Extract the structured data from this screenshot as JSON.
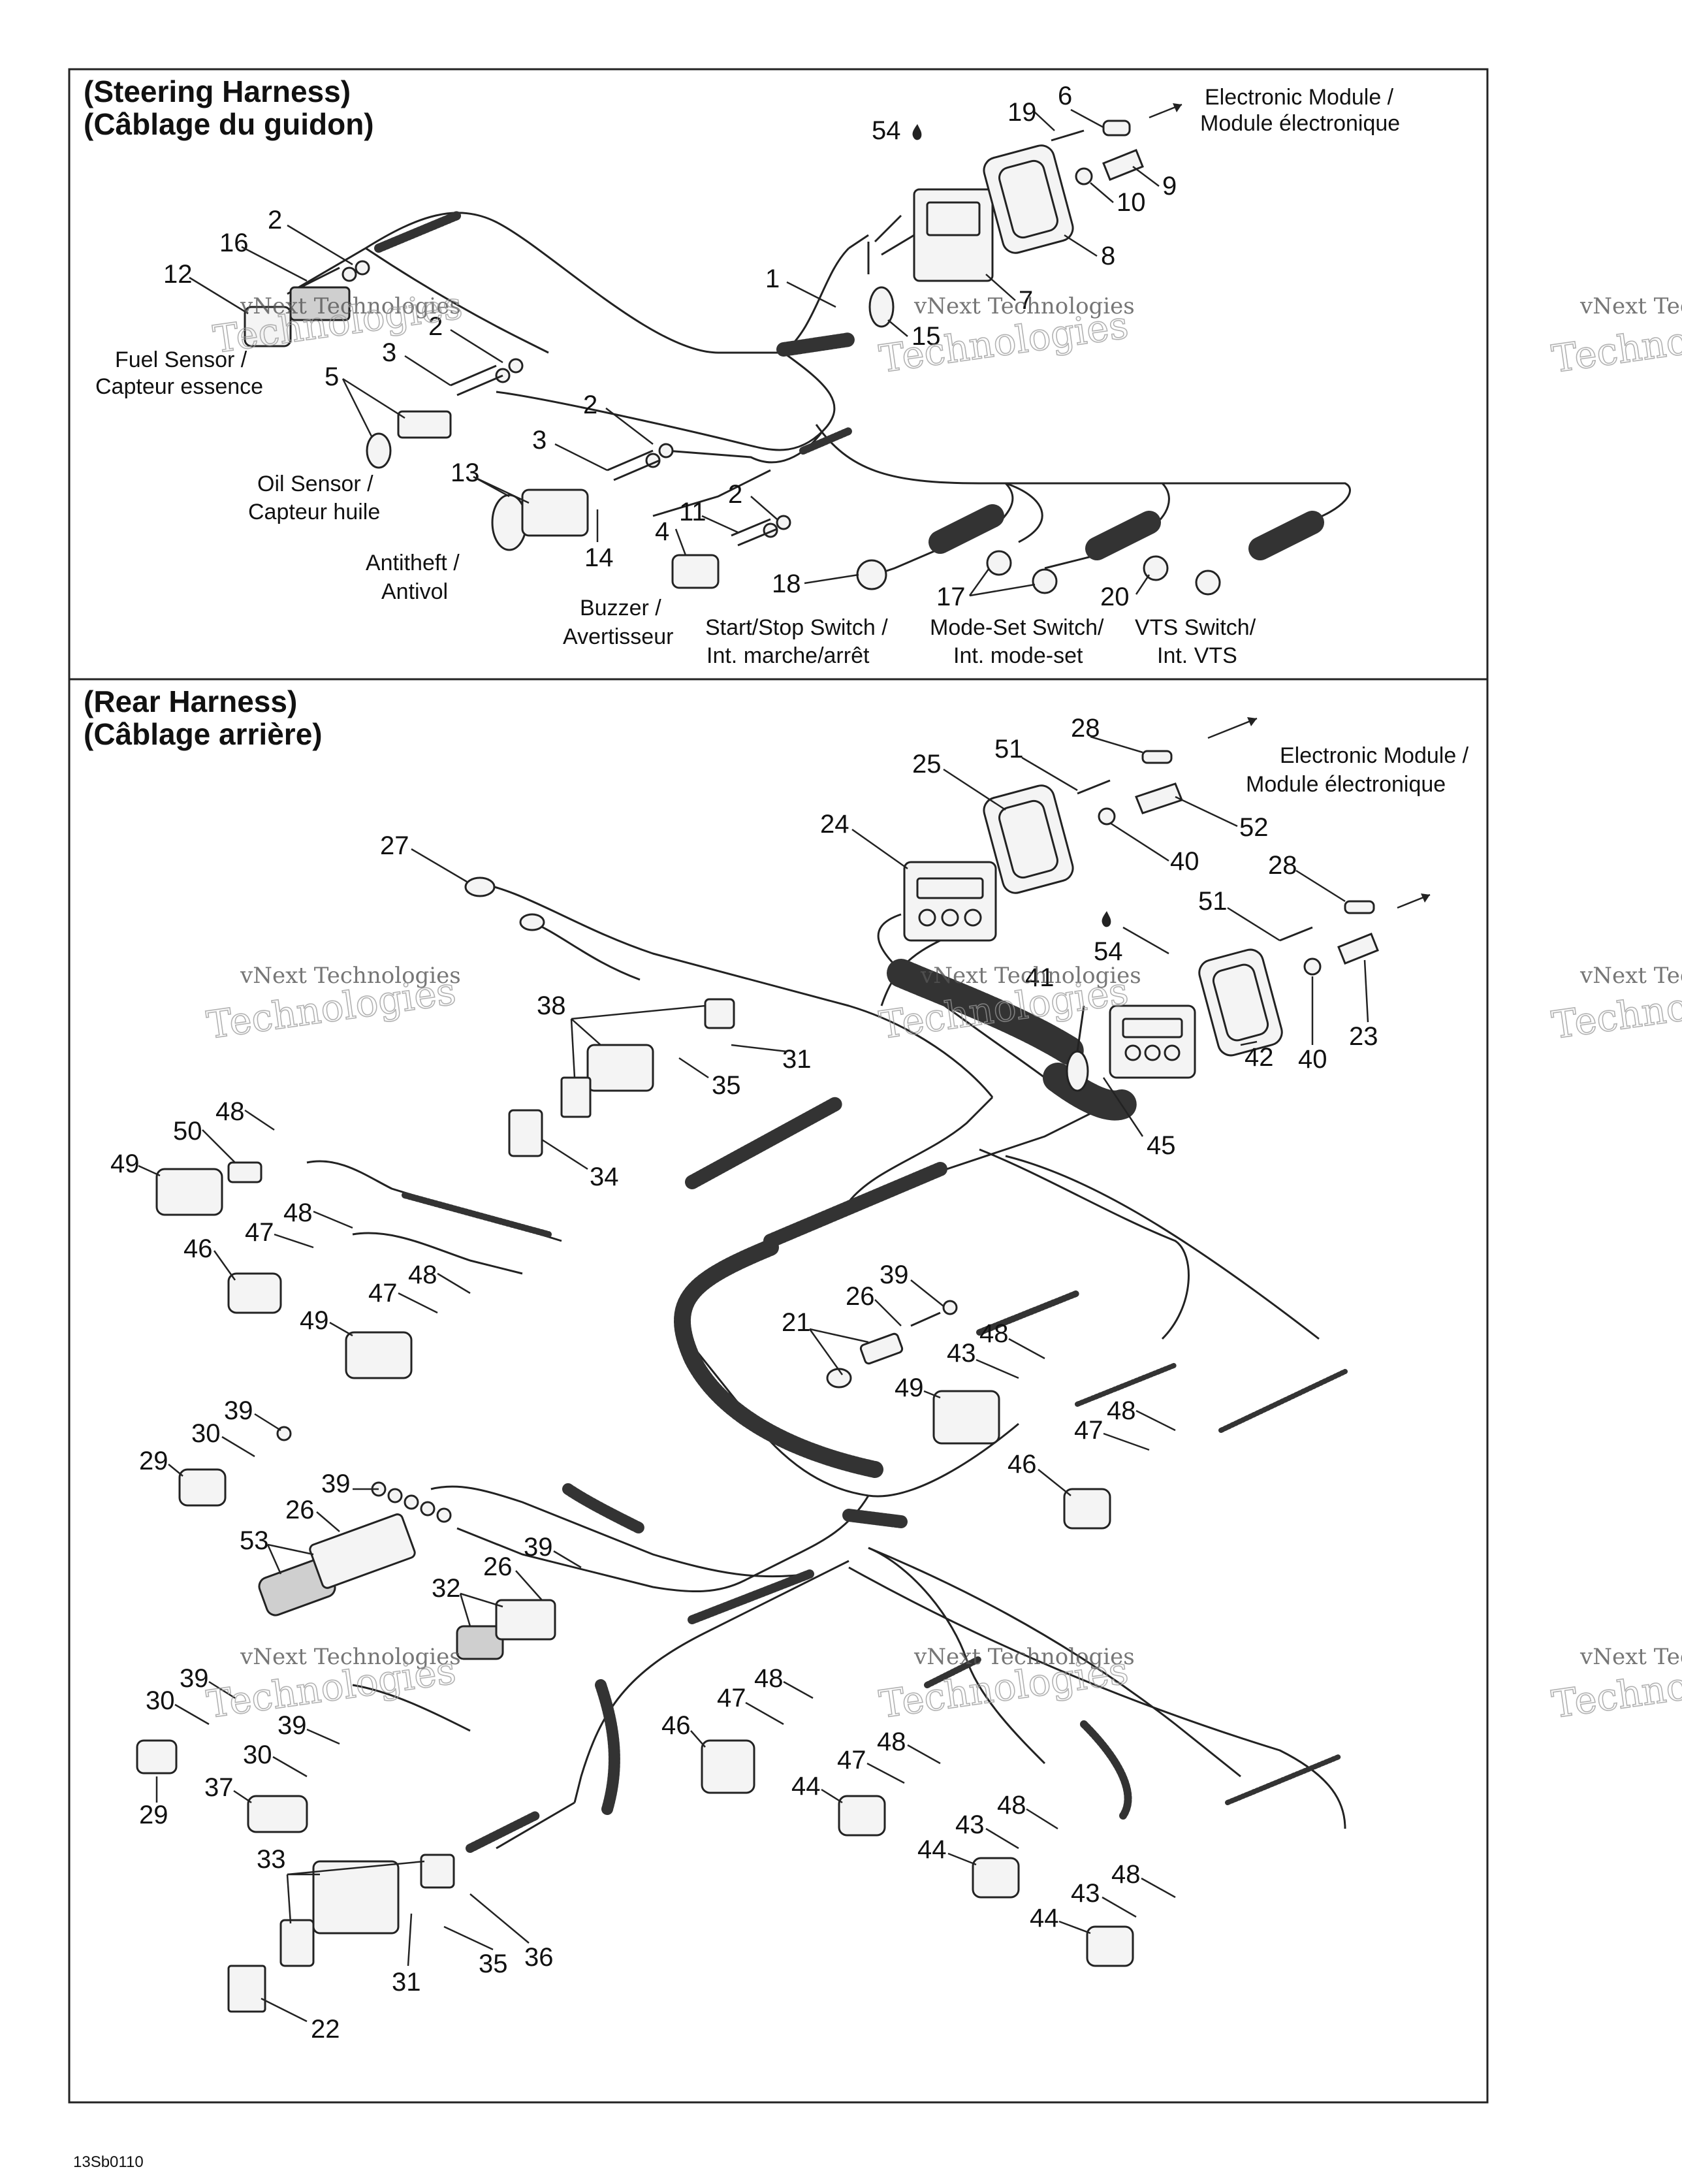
{
  "sections": {
    "steering": {
      "title_en": "(Steering Harness)",
      "title_fr": "(Câblage du guidon)"
    },
    "rear": {
      "title_en": "(Rear Harness)",
      "title_fr": "(Câblage arrière)"
    }
  },
  "labels": {
    "electronic_module_en": "Electronic Module /",
    "electronic_module_fr": "Module électronique",
    "fuel_sensor_en": "Fuel Sensor /",
    "fuel_sensor_fr": "Capteur essence",
    "oil_sensor_en": "Oil Sensor /",
    "oil_sensor_fr": "Capteur huile",
    "antitheft_en": "Antitheft /",
    "antitheft_fr": "Antivol",
    "buzzer_en": "Buzzer /",
    "buzzer_fr": "Avertisseur",
    "start_stop_en": "Start/Stop Switch /",
    "start_stop_fr": "Int. marche/arrêt",
    "mode_set_en": "Mode-Set Switch/",
    "mode_set_fr": "Int. mode-set",
    "vts_en": "VTS Switch/",
    "vts_fr": "Int. VTS"
  },
  "watermark": {
    "brand": "vNext",
    "line": "vNext Technologies",
    "word": "Technologies"
  },
  "figure_code": "13Sb0110",
  "callouts": {
    "steering": [
      "19",
      "6",
      "54",
      "10",
      "9",
      "8",
      "7",
      "15",
      "1",
      "2",
      "16",
      "12",
      "2",
      "3",
      "5",
      "2",
      "3",
      "13",
      "14",
      "4",
      "11",
      "2",
      "18",
      "17",
      "20"
    ],
    "rear": [
      "28",
      "51",
      "25",
      "52",
      "24",
      "40",
      "28",
      "51",
      "54",
      "41",
      "40",
      "23",
      "42",
      "27",
      "38",
      "35",
      "31",
      "34",
      "45",
      "48",
      "50",
      "49",
      "48",
      "47",
      "46",
      "48",
      "47",
      "49",
      "39",
      "26",
      "21",
      "48",
      "43",
      "49",
      "47",
      "48",
      "46",
      "39",
      "30",
      "29",
      "39",
      "26",
      "53",
      "26",
      "39",
      "32",
      "39",
      "30",
      "30",
      "39",
      "29",
      "37",
      "48",
      "47",
      "46",
      "48",
      "47",
      "44",
      "43",
      "48",
      "44",
      "43",
      "48",
      "44",
      "33",
      "31",
      "35",
      "36",
      "22"
    ]
  }
}
